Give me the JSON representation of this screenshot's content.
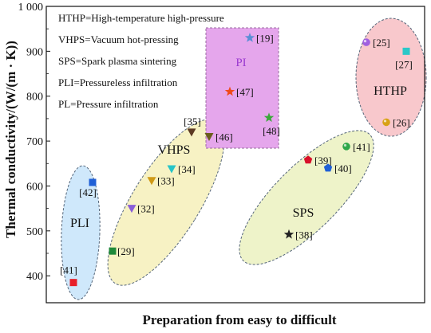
{
  "chart_data": {
    "type": "scatter",
    "title": "",
    "xlabel": "Preparation from easy to difficult",
    "ylabel": "Thermal conductivity/(W/(m · K))",
    "ylim": [
      340,
      1000
    ],
    "y_ticks": [
      {
        "value": 400,
        "label": "400"
      },
      {
        "value": 500,
        "label": "500"
      },
      {
        "value": 600,
        "label": "600"
      },
      {
        "value": 700,
        "label": "700"
      },
      {
        "value": 800,
        "label": "800"
      },
      {
        "value": 900,
        "label": "900"
      },
      {
        "value": 1000,
        "label": "1 000"
      }
    ],
    "x_ticks": "none",
    "grid": false,
    "legend_text": [
      "HTHP=High-temperature high-pressure",
      "VHPS=Vacuum hot-pressing",
      "SPS=Spark plasma sintering",
      "PLI=Pressureless infiltration",
      "PL=Pressure infiltration"
    ],
    "groups": [
      {
        "name": "PLI",
        "color": "#cfe8fb"
      },
      {
        "name": "VHPS",
        "color": "#f7f2c4"
      },
      {
        "name": "PI",
        "color": "#e5a6ec"
      },
      {
        "name": "SPS",
        "color": "#eef3c9"
      },
      {
        "name": "HTHP",
        "color": "#f8c8cc"
      }
    ],
    "points": [
      {
        "ref": "[41]",
        "y": 385,
        "marker": "square",
        "color": "#e8202a"
      },
      {
        "ref": "[42]",
        "y": 608,
        "marker": "square",
        "color": "#1f5fd6"
      },
      {
        "ref": "[29]",
        "y": 455,
        "marker": "square",
        "color": "#1f8a3a"
      },
      {
        "ref": "[32]",
        "y": 550,
        "marker": "triangle-down",
        "color": "#8a5fd8"
      },
      {
        "ref": "[33]",
        "y": 612,
        "marker": "triangle-down",
        "color": "#d09a16"
      },
      {
        "ref": "[34]",
        "y": 638,
        "marker": "triangle-down",
        "color": "#27c4c8"
      },
      {
        "ref": "[35]",
        "y": 720,
        "marker": "triangle-down",
        "color": "#5c3a22"
      },
      {
        "ref": "[46]",
        "y": 710,
        "marker": "triangle-down",
        "color": "#6b5e1c"
      },
      {
        "ref": "[19]",
        "y": 930,
        "marker": "star",
        "color": "#5b8ed6"
      },
      {
        "ref": "[47]",
        "y": 810,
        "marker": "star",
        "color": "#f04a1a"
      },
      {
        "ref": "[48]",
        "y": 752,
        "marker": "star",
        "color": "#3aa83a"
      },
      {
        "ref": "[38]",
        "y": 492,
        "marker": "star",
        "color": "#222222"
      },
      {
        "ref": "[39]",
        "y": 658,
        "marker": "pentagon",
        "color": "#d8102a"
      },
      {
        "ref": "[40]",
        "y": 640,
        "marker": "pentagon",
        "color": "#1f5fd6"
      },
      {
        "ref": "[41]",
        "y": 688,
        "marker": "circle",
        "color": "#2ea84a"
      },
      {
        "ref": "[25]",
        "y": 920,
        "marker": "circle",
        "color": "#a060e0"
      },
      {
        "ref": "[27]",
        "y": 900,
        "marker": "square",
        "color": "#2ac8c8"
      },
      {
        "ref": "[26]",
        "y": 742,
        "marker": "circle",
        "color": "#d8a216"
      }
    ]
  }
}
